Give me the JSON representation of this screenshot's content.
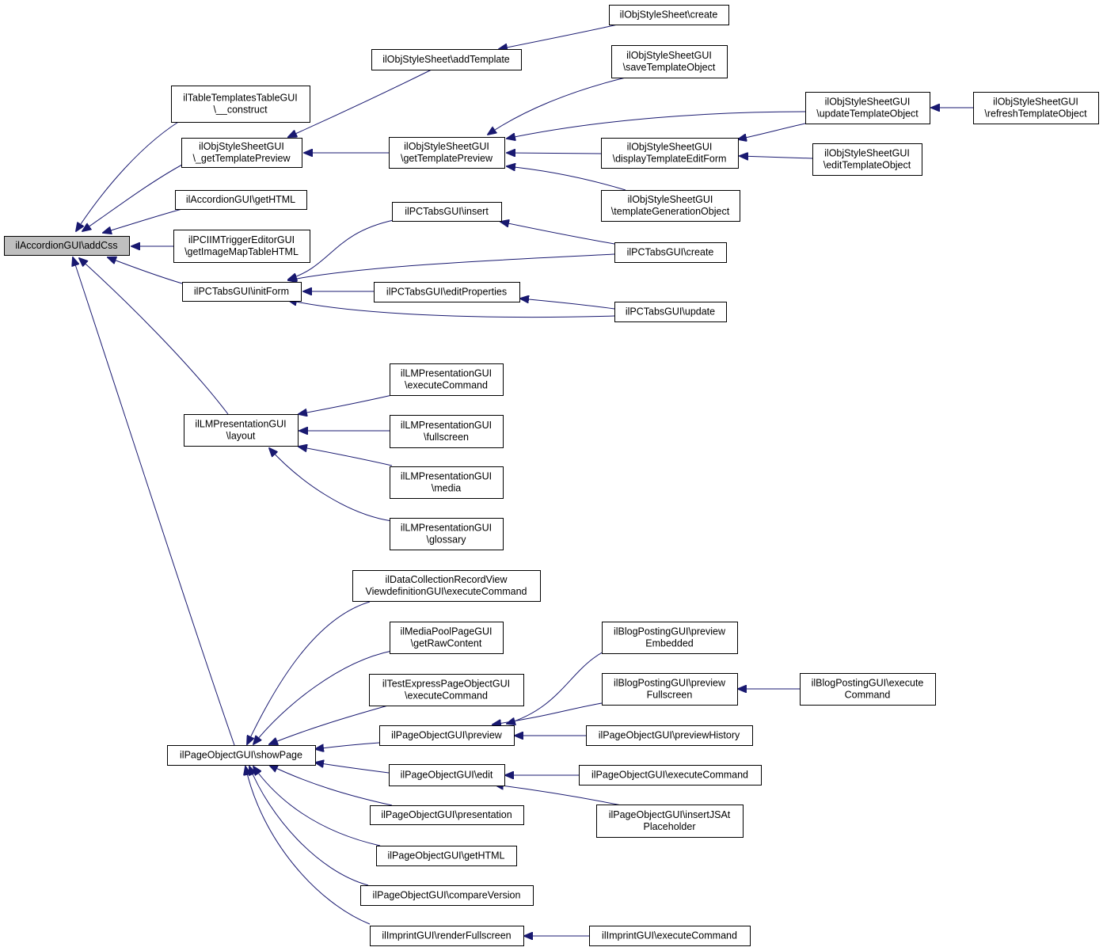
{
  "colors": {
    "edge": "#191970",
    "root_fill": "#bfbfbf",
    "node_fill": "#ffffff",
    "node_border": "#000000"
  },
  "nodes": {
    "n1": [
      "ilAccordionGUI\\addCss"
    ],
    "n2": [
      "ilTableTemplatesTableGUI",
      "\\__construct"
    ],
    "n3": [
      "ilObjStyleSheetGUI",
      "\\_getTemplatePreview"
    ],
    "n4": [
      "ilAccordionGUI\\getHTML"
    ],
    "n5": [
      "ilPCIIMTriggerEditorGUI",
      "\\getImageMapTableHTML"
    ],
    "n6": [
      "ilPCTabsGUI\\initForm"
    ],
    "n7": [
      "ilLMPresentationGUI",
      "\\layout"
    ],
    "n8": [
      "ilPageObjectGUI\\showPage"
    ],
    "n9": [
      "ilObjStyleSheet\\addTemplate"
    ],
    "n10": [
      "ilObjStyleSheet\\create"
    ],
    "n11": [
      "ilObjStyleSheetGUI",
      "\\getTemplatePreview"
    ],
    "n12": [
      "ilObjStyleSheetGUI",
      "\\saveTemplateObject"
    ],
    "n13": [
      "ilObjStyleSheetGUI",
      "\\updateTemplateObject"
    ],
    "n14": [
      "ilObjStyleSheetGUI",
      "\\refreshTemplateObject"
    ],
    "n15": [
      "ilObjStyleSheetGUI",
      "\\displayTemplateEditForm"
    ],
    "n16": [
      "ilObjStyleSheetGUI",
      "\\editTemplateObject"
    ],
    "n17": [
      "ilObjStyleSheetGUI",
      "\\templateGenerationObject"
    ],
    "n18": [
      "ilPCTabsGUI\\insert"
    ],
    "n19": [
      "ilPCTabsGUI\\create"
    ],
    "n20": [
      "ilPCTabsGUI\\editProperties"
    ],
    "n21": [
      "ilPCTabsGUI\\update"
    ],
    "n22": [
      "ilLMPresentationGUI",
      "\\executeCommand"
    ],
    "n23": [
      "ilLMPresentationGUI",
      "\\fullscreen"
    ],
    "n24": [
      "ilLMPresentationGUI",
      "\\media"
    ],
    "n25": [
      "ilLMPresentationGUI",
      "\\glossary"
    ],
    "n26": [
      "ilDataCollectionRecordView",
      "ViewdefinitionGUI\\executeCommand"
    ],
    "n27": [
      "ilMediaPoolPageGUI",
      "\\getRawContent"
    ],
    "n28": [
      "ilTestExpressPageObjectGUI",
      "\\executeCommand"
    ],
    "n29": [
      "ilPageObjectGUI\\preview"
    ],
    "n30": [
      "ilPageObjectGUI\\edit"
    ],
    "n31": [
      "ilPageObjectGUI\\presentation"
    ],
    "n32": [
      "ilPageObjectGUI\\getHTML"
    ],
    "n33": [
      "ilPageObjectGUI\\compareVersion"
    ],
    "n34": [
      "ilImprintGUI\\renderFullscreen"
    ],
    "n35": [
      "ilBlogPostingGUI\\preview",
      "Embedded"
    ],
    "n36": [
      "ilBlogPostingGUI\\preview",
      "Fullscreen"
    ],
    "n37": [
      "ilBlogPostingGUI\\execute",
      "Command"
    ],
    "n38": [
      "ilPageObjectGUI\\previewHistory"
    ],
    "n39": [
      "ilPageObjectGUI\\executeCommand"
    ],
    "n40": [
      "ilPageObjectGUI\\insertJSAt",
      "Placeholder"
    ],
    "n41": [
      "ilImprintGUI\\executeCommand"
    ]
  },
  "edges": [
    [
      "n2",
      "n1"
    ],
    [
      "n3",
      "n1"
    ],
    [
      "n4",
      "n1"
    ],
    [
      "n5",
      "n1"
    ],
    [
      "n6",
      "n1"
    ],
    [
      "n7",
      "n1"
    ],
    [
      "n8",
      "n1"
    ],
    [
      "n9",
      "n3"
    ],
    [
      "n11",
      "n3"
    ],
    [
      "n10",
      "n9"
    ],
    [
      "n12",
      "n11"
    ],
    [
      "n13",
      "n11"
    ],
    [
      "n15",
      "n11"
    ],
    [
      "n17",
      "n11"
    ],
    [
      "n14",
      "n13"
    ],
    [
      "n13",
      "n15"
    ],
    [
      "n16",
      "n15"
    ],
    [
      "n18",
      "n6"
    ],
    [
      "n19",
      "n6"
    ],
    [
      "n20",
      "n6"
    ],
    [
      "n21",
      "n6"
    ],
    [
      "n19",
      "n18"
    ],
    [
      "n21",
      "n20"
    ],
    [
      "n22",
      "n7"
    ],
    [
      "n23",
      "n7"
    ],
    [
      "n24",
      "n7"
    ],
    [
      "n25",
      "n7"
    ],
    [
      "n26",
      "n8"
    ],
    [
      "n27",
      "n8"
    ],
    [
      "n28",
      "n8"
    ],
    [
      "n29",
      "n8"
    ],
    [
      "n30",
      "n8"
    ],
    [
      "n31",
      "n8"
    ],
    [
      "n32",
      "n8"
    ],
    [
      "n33",
      "n8"
    ],
    [
      "n34",
      "n8"
    ],
    [
      "n35",
      "n29"
    ],
    [
      "n36",
      "n29"
    ],
    [
      "n38",
      "n29"
    ],
    [
      "n37",
      "n36"
    ],
    [
      "n39",
      "n30"
    ],
    [
      "n40",
      "n30"
    ],
    [
      "n41",
      "n34"
    ]
  ]
}
